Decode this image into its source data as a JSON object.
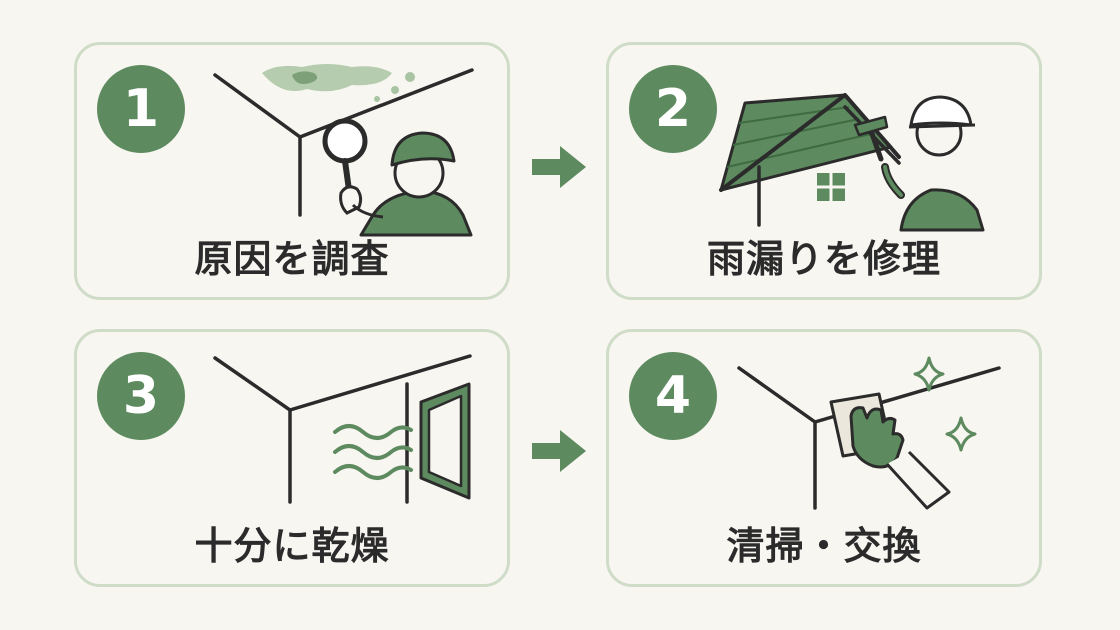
{
  "colors": {
    "accent": "#5d8a5f",
    "card_border": "#cfdcc8",
    "background": "#f8f6f1",
    "line": "#2b2b2b"
  },
  "steps": [
    {
      "number": "1",
      "label": "原因を調査",
      "icon": "inspect-leak-icon"
    },
    {
      "number": "2",
      "label": "雨漏りを修理",
      "icon": "roof-repair-icon"
    },
    {
      "number": "3",
      "label": "十分に乾燥",
      "icon": "dry-ventilation-icon"
    },
    {
      "number": "4",
      "label": "清掃・交換",
      "icon": "clean-wipe-icon"
    }
  ],
  "arrows": [
    "arrow-right-icon",
    "arrow-right-icon"
  ]
}
